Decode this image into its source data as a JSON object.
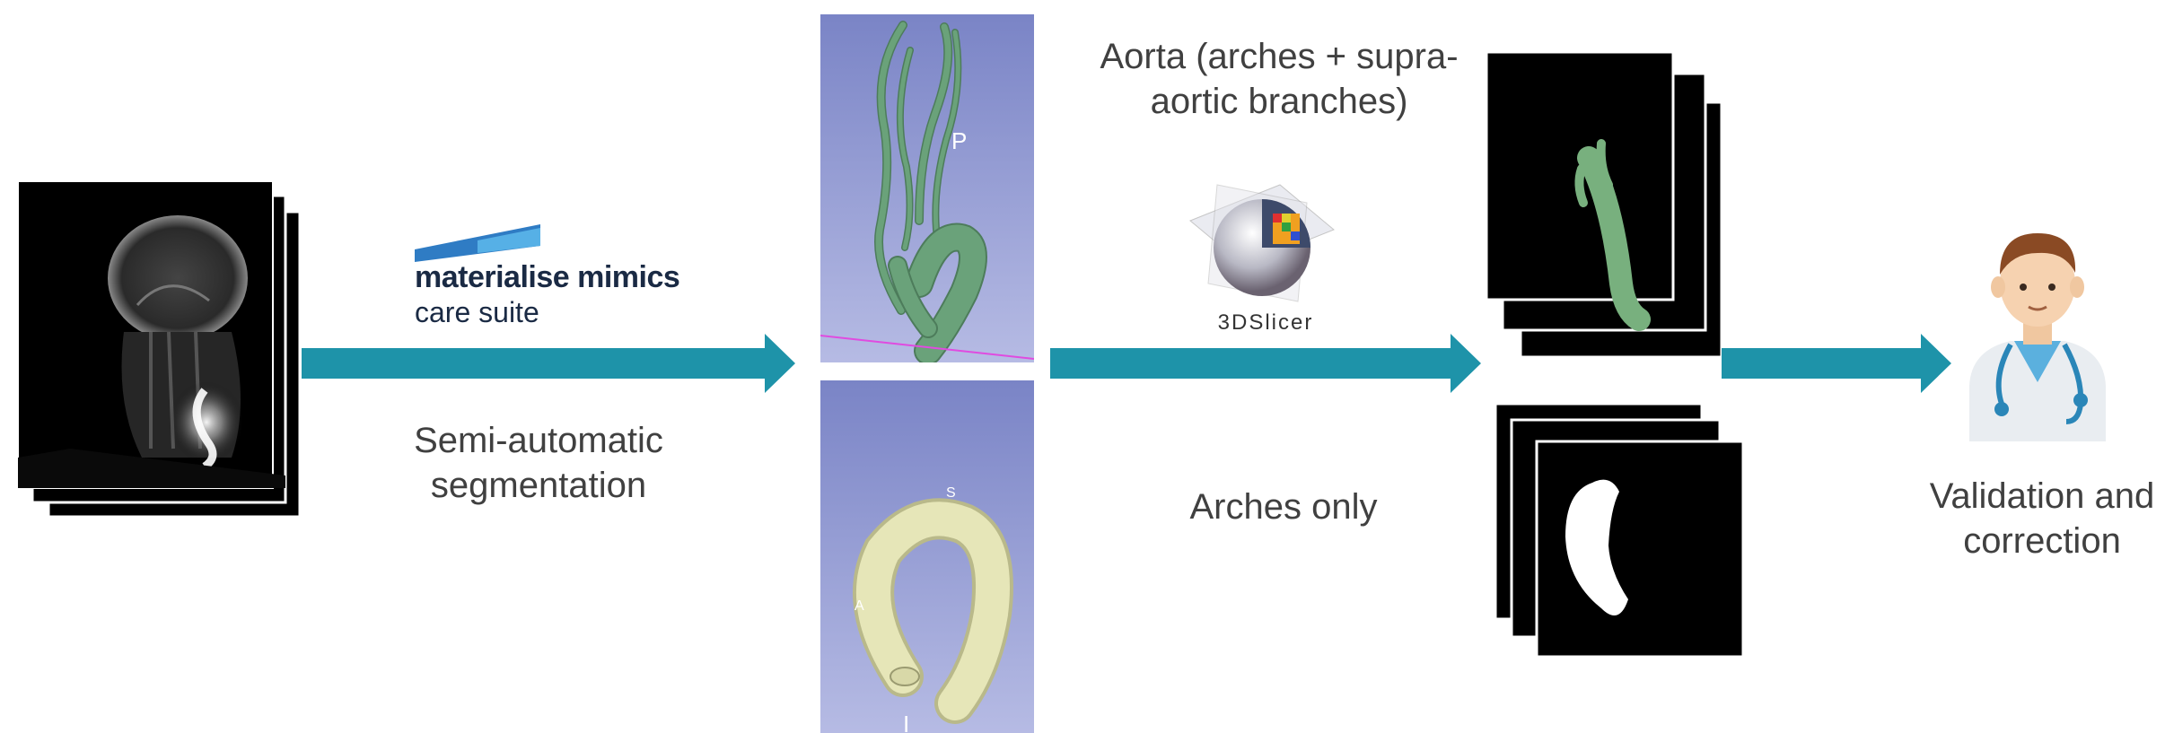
{
  "logos": {
    "mimics_line1": "materialise mimics",
    "mimics_line2": "care suite",
    "slicer": "3DSlicer"
  },
  "labels": {
    "step1": "Semi-automatic segmentation",
    "step2_top": "Aorta (arches + supra-aortic branches)",
    "step2_bottom": "Arches only",
    "step3": "Validation and correction"
  },
  "render_letters": {
    "top_p": "P",
    "bottom_s": "S",
    "bottom_a": "A",
    "bottom_i": "I"
  },
  "colors": {
    "arrow": "#1e93a9",
    "vessel": "#6aa27a",
    "arch": "#e6e6b8",
    "render_bg_top": "#7a84c6",
    "render_bg_bottom": "#b6bbe4",
    "mimics_blue": "#1a5ea8",
    "mask_green": "#78b07e"
  },
  "icons": [
    "mri-stack-image",
    "mimics-logo",
    "slicer-logo",
    "doctor-icon",
    "arrow-icon"
  ]
}
